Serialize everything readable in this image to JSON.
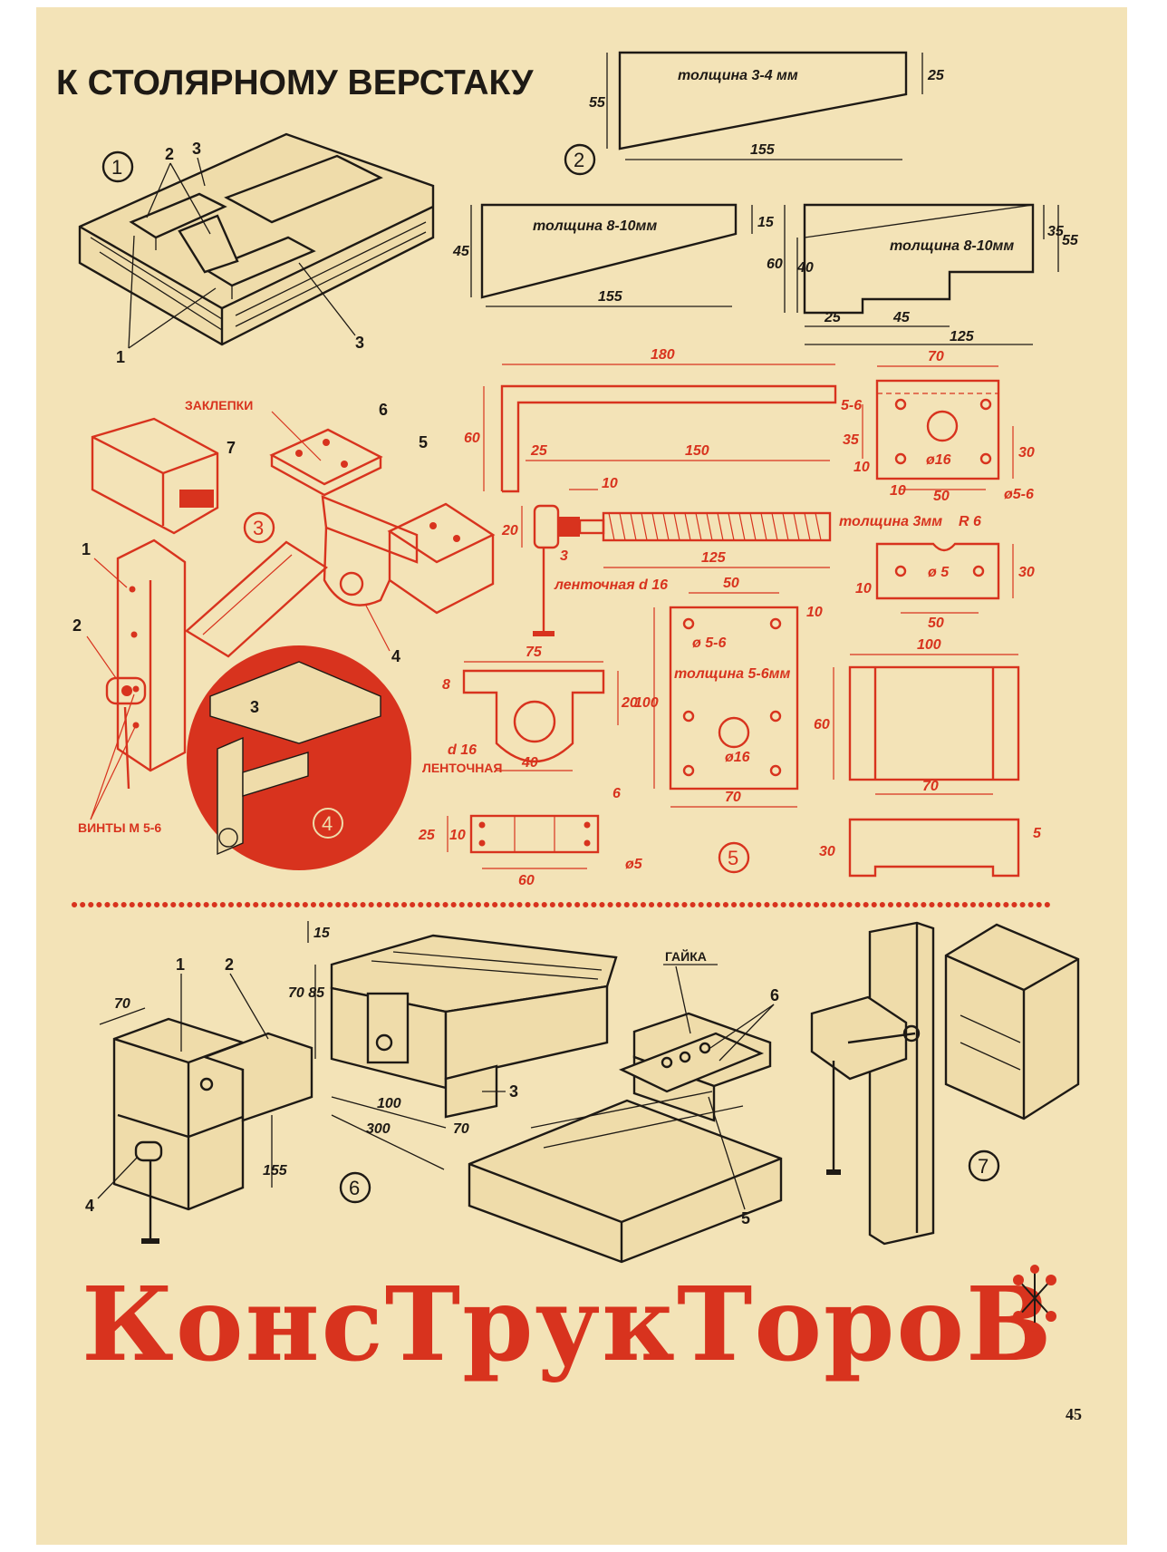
{
  "page_title": "К СТОЛЯРНОМУ ВЕРСТАКУ",
  "banner_word": "КонсТрукТороВ",
  "page_number": "45",
  "figure_numbers": {
    "f1": "1",
    "f2": "2",
    "f3": "3",
    "f4": "4",
    "f5": "5",
    "f6": "6",
    "f7": "7"
  },
  "fig1_parts": {
    "a": "1",
    "b": "2",
    "c": "3",
    "d": "3"
  },
  "fig2": {
    "thick_top": "толщина 3-4 мм",
    "top_h": "55",
    "top_w": "155",
    "top_r": "25",
    "thick_mid": "толщина 8-10мм",
    "mid_h": "45",
    "mid_w": "155",
    "mid_r": "15",
    "thick_right": "толщина 8-10мм",
    "r_h60": "60",
    "r_h40": "40",
    "r_h35": "35",
    "r_h55": "55",
    "r_25": "25",
    "r_45": "45",
    "r_125": "125"
  },
  "fig3": {
    "rivets": "ЗАКЛЕПКИ",
    "screws": "ВИНТЫ М 5-6",
    "parts": [
      "7",
      "6",
      "5",
      "1",
      "2",
      "3",
      "4"
    ]
  },
  "fig5": {
    "rod_180": "180",
    "rod_60": "60",
    "rod_56": "5-6",
    "screw_25": "25",
    "screw_150": "150",
    "screw_10": "10",
    "screw_20": "20",
    "screw_3": "3",
    "screw_125": "125",
    "screw_tape": "ленточная d 16",
    "bk_75": "75",
    "bk_8": "8",
    "bk_20": "20",
    "bk_40": "40",
    "bk_d16": "d 16",
    "bk_tape": "ЛЕНТОЧНАЯ",
    "strip_25": "25",
    "strip_10": "10",
    "strip_6": "6",
    "strip_60": "60",
    "strip_d5": "ø5",
    "plate_50": "50",
    "plate_10": "10",
    "plate_100": "100",
    "plate_70": "70",
    "plate_d56": "ø 5-6",
    "plate_thick": "толщина 5-6мм",
    "plate_d16": "ø16",
    "sq_70": "70",
    "sq_35": "35",
    "sq_10": "10",
    "sq_10b": "10",
    "sq_50": "50",
    "sq_30": "30",
    "sq_d16": "ø16",
    "sq_d56": "ø5-6",
    "sm_thick": "толщина 3мм",
    "sm_R6": "R 6",
    "sm_10": "10",
    "sm_d5": "ø 5",
    "sm_50": "50",
    "sm_30": "30",
    "bl_100": "100",
    "bl_60": "60",
    "bl_70": "70",
    "bl_30": "30",
    "bl_5": "5"
  },
  "fig6": {
    "d70": "70",
    "d155": "155",
    "d15": "15",
    "d7085": "70 85",
    "d100": "100",
    "d300": "300",
    "d70b": "70",
    "nut": "ГАЙКА",
    "parts": [
      "1",
      "2",
      "3",
      "4",
      "5",
      "6"
    ]
  },
  "colors": {
    "paper": "#f3e3b7",
    "ink": "#1e1a15",
    "red": "#d8331e"
  }
}
